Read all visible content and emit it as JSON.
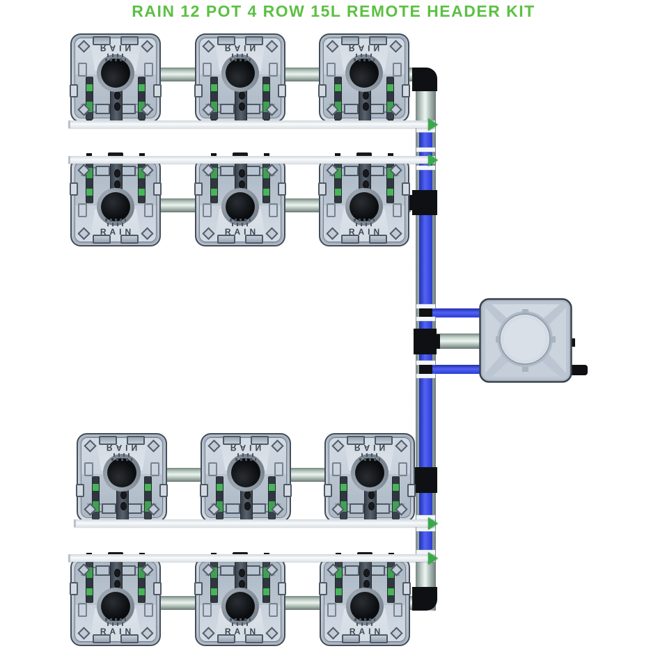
{
  "title": "RAIN 12 POT 4 ROW 15L REMOTE HEADER KIT",
  "pots": {
    "label": "RAIN",
    "rows": 4,
    "per_row": 3,
    "total": 12
  },
  "header_unit": {
    "name": "remote header reservoir",
    "ports": 2
  },
  "pipes": {
    "feed_line": "metallic gray",
    "return_line": "white",
    "main_line": "blue"
  },
  "colors": {
    "title_green": "#5cc043",
    "pipe_blue": "#3d4fe0",
    "feed_pipe_gray": "#b9c8c5",
    "return_pipe_white": "#eef1f4",
    "fitting_black": "#0f1013",
    "flow_arrow_green": "#3aa94c",
    "pot_body": "#c3cdd9"
  }
}
